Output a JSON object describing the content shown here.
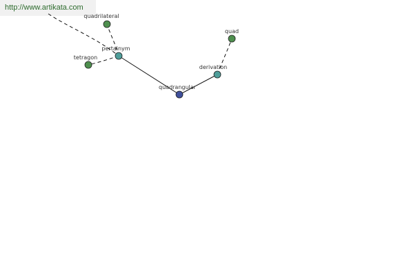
{
  "banner": {
    "url": "http://www.artikata.com"
  },
  "colors": {
    "center": "#3f4f9a",
    "relation": "#4f9e9a",
    "word": "#4e8f4e"
  },
  "graph": {
    "nodes": [
      {
        "id": "quadrangular",
        "label": "quadrangular",
        "kind": "center"
      },
      {
        "id": "pertainym",
        "label": "pertainym",
        "kind": "relation"
      },
      {
        "id": "derivation",
        "label": "derivation",
        "kind": "relation"
      },
      {
        "id": "quadrilateral",
        "label": "quadrilateral",
        "kind": "word"
      },
      {
        "id": "tetragon",
        "label": "tetragon",
        "kind": "word"
      },
      {
        "id": "quad",
        "label": "quad",
        "kind": "word"
      }
    ],
    "edges": [
      {
        "from": "quadrangular",
        "to": "pertainym",
        "style": "solid"
      },
      {
        "from": "quadrangular",
        "to": "derivation",
        "style": "solid"
      },
      {
        "from": "pertainym",
        "to": "quadrilateral",
        "style": "dashed"
      },
      {
        "from": "pertainym",
        "to": "tetragon",
        "style": "dashed"
      },
      {
        "from": "pertainym",
        "to": "offscreen",
        "style": "dashed"
      },
      {
        "from": "derivation",
        "to": "quad",
        "style": "dashed"
      }
    ]
  }
}
